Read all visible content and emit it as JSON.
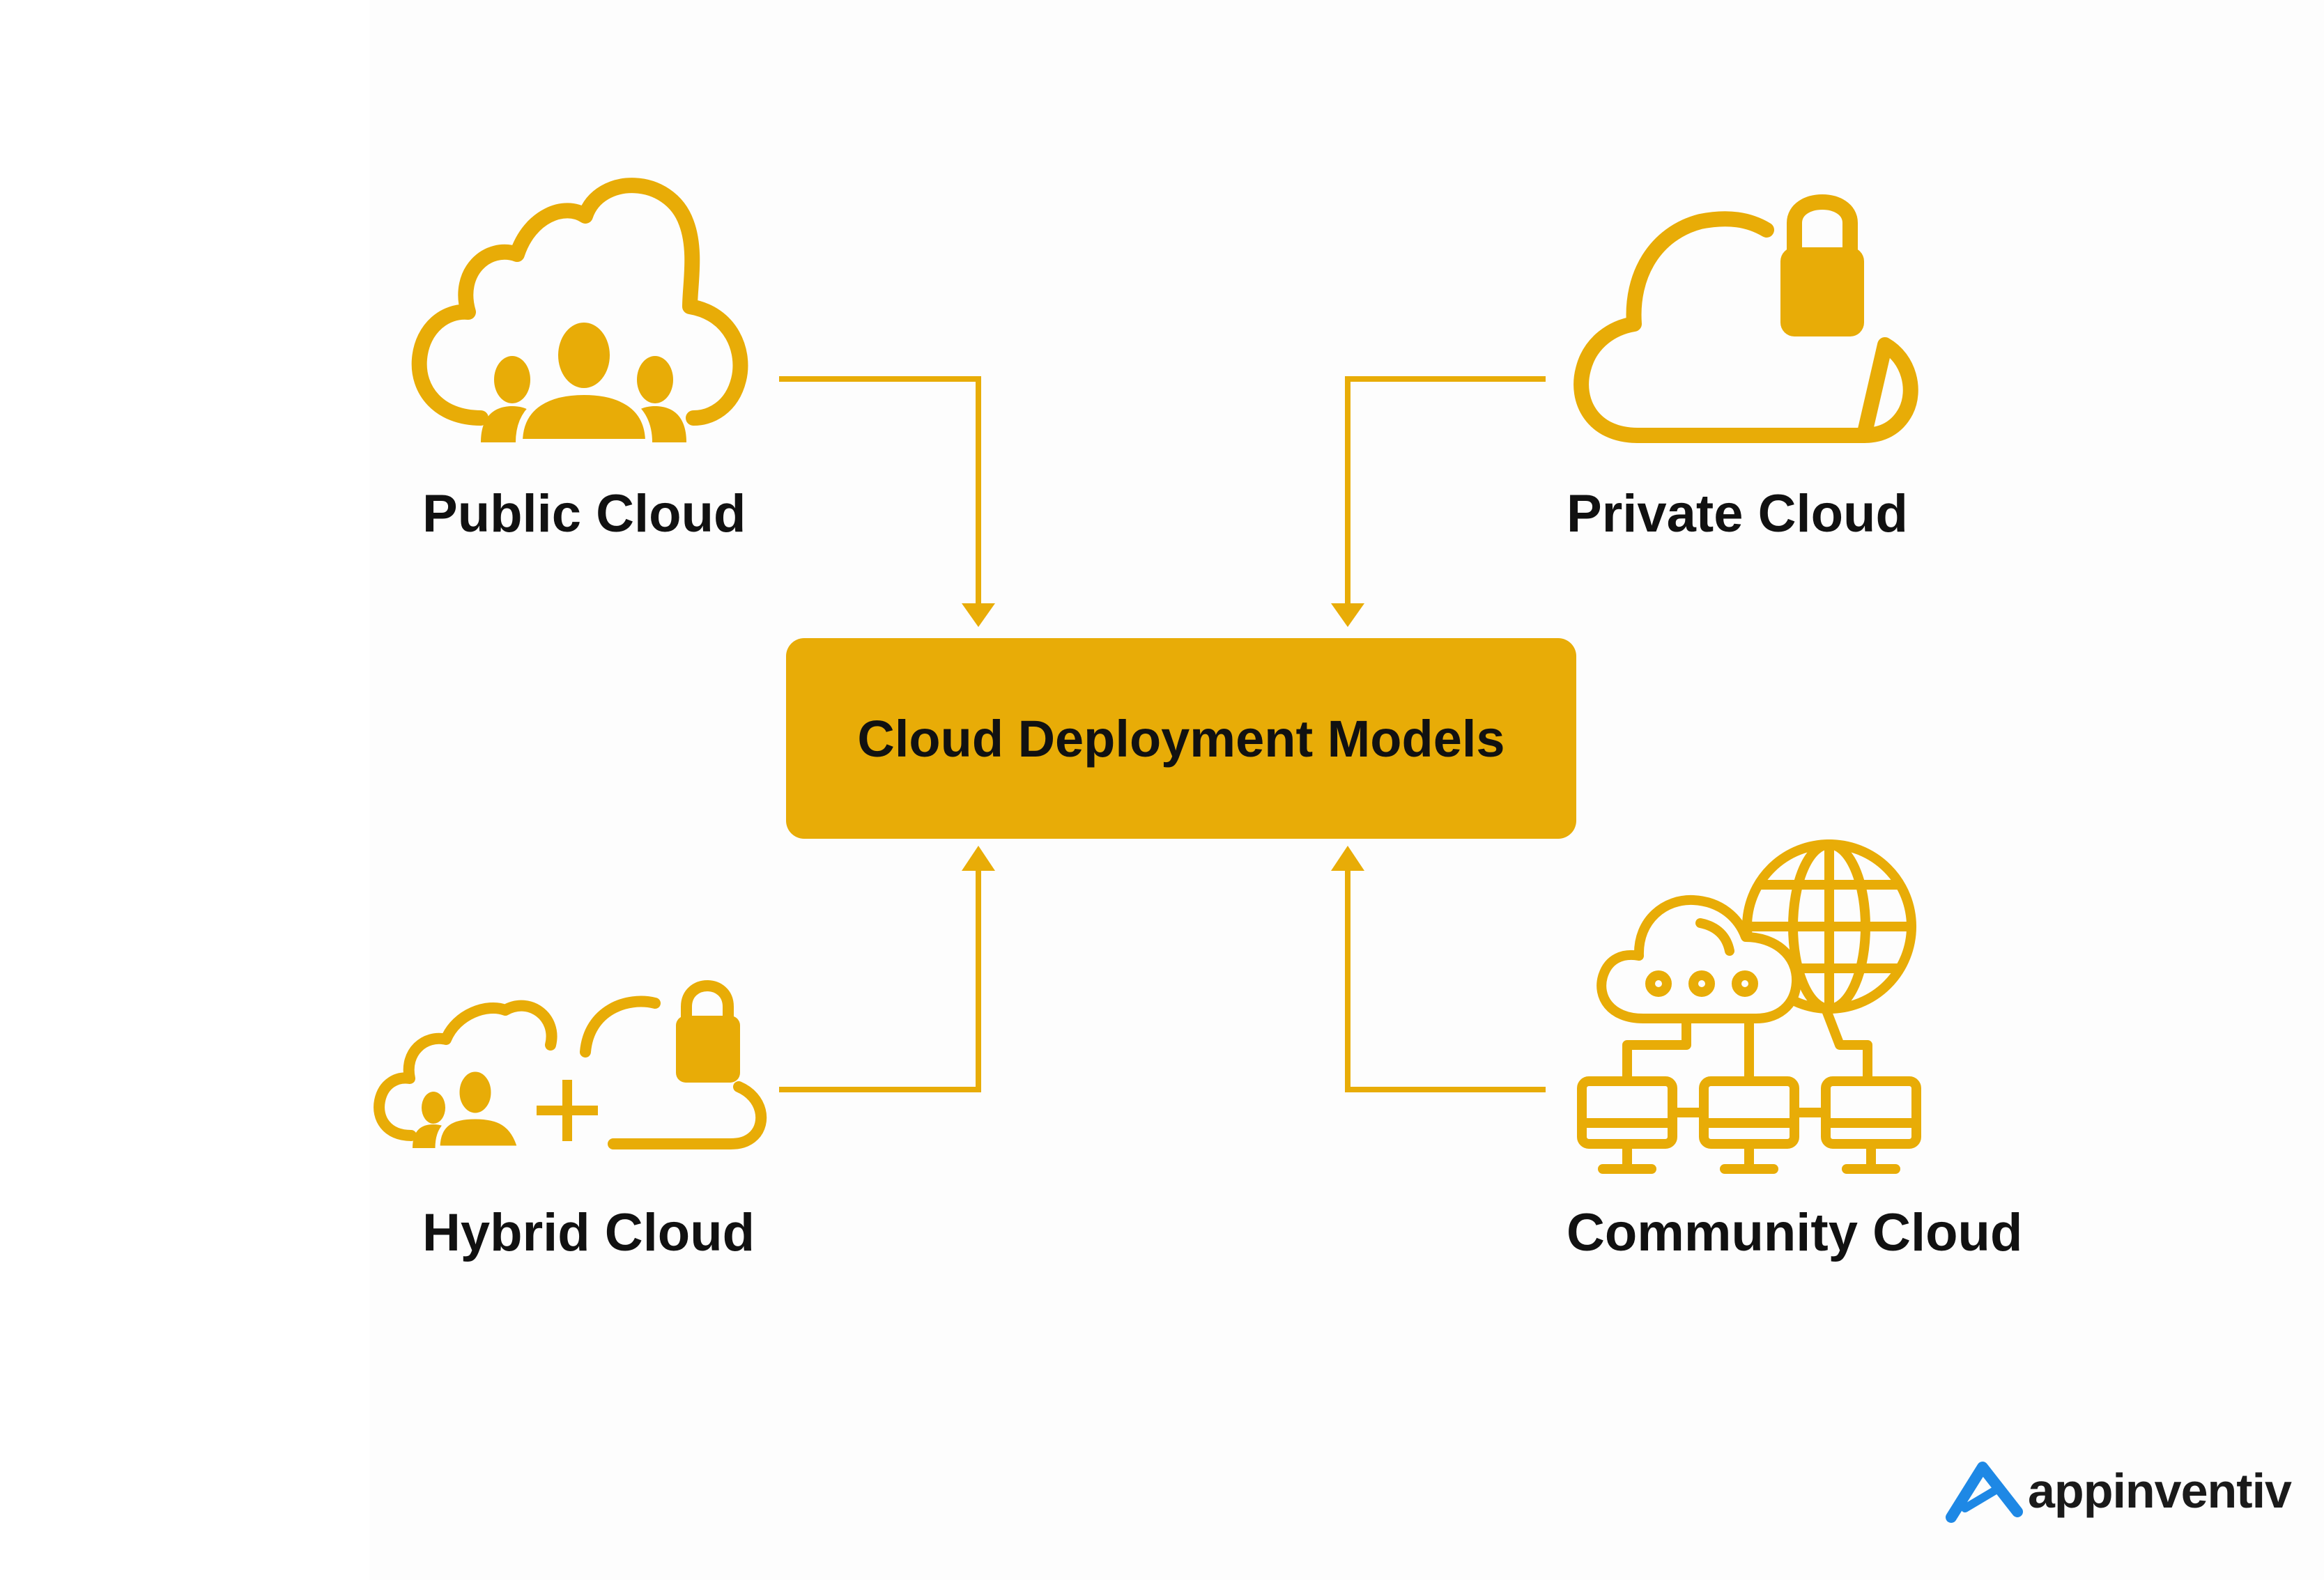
{
  "title": "Cloud Deployment Models",
  "models": [
    {
      "label": "Public Cloud",
      "icon": "public-cloud-icon"
    },
    {
      "label": "Private Cloud",
      "icon": "private-cloud-icon"
    },
    {
      "label": "Hybrid Cloud",
      "icon": "hybrid-cloud-icon"
    },
    {
      "label": "Community Cloud",
      "icon": "community-cloud-icon"
    }
  ],
  "brand": {
    "name": "appinventiv",
    "logo_icon": "appinventiv-logo-icon"
  },
  "colors": {
    "accent": "#E8AC07",
    "text": "#111111",
    "logo": "#1E88E5"
  }
}
